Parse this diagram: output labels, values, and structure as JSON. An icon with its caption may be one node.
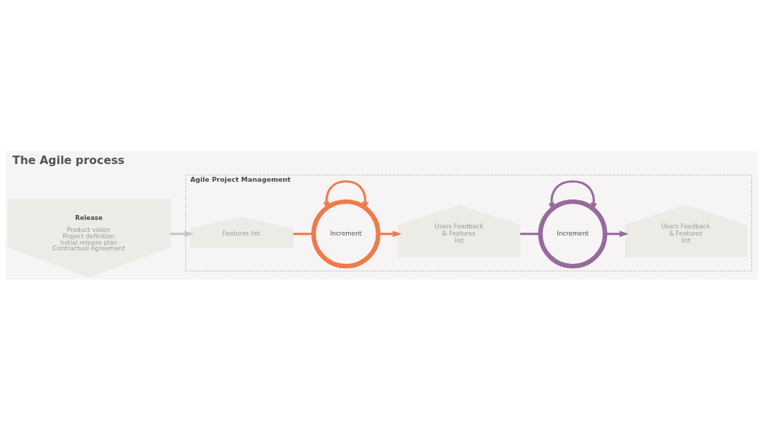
{
  "diagram": {
    "title": "The Agile process",
    "nodes": [
      {
        "text": [
          "Agile Project Management"
        ]
      },
      {
        "text": [
          "Release",
          "Product vision",
          "Project definition",
          "Initial release plan",
          "Contractual Agreement"
        ]
      },
      {
        "text": [
          "Features list"
        ],
        "in": 0
      },
      {
        "text": [
          "Increment"
        ],
        "in": 0
      },
      {
        "text": [
          "Users Feedback & Features list"
        ],
        "in": 0
      },
      {
        "text": [
          "Increment"
        ],
        "in": 0
      },
      {
        "text": [
          "Users Feedback & Features list"
        ],
        "in": 0
      }
    ],
    "edges": [
      {
        "from": 1,
        "to": 2,
        "arrow": "to",
        "color": "#c8c8c3"
      },
      {
        "from": 2,
        "to": 3,
        "arrow": "none",
        "color": "#ef7a4a"
      },
      {
        "from": 3,
        "to": 3,
        "arrow": "both",
        "color": "#ef7a4a"
      },
      {
        "from": 3,
        "to": 4,
        "arrow": "to",
        "color": "#ef7a4a"
      },
      {
        "from": 4,
        "to": 5,
        "arrow": "none",
        "color": "#956b9a"
      },
      {
        "from": 5,
        "to": 5,
        "arrow": "both",
        "color": "#956b9a"
      },
      {
        "from": 5,
        "to": 6,
        "arrow": "to",
        "color": "#956b9a"
      }
    ]
  }
}
